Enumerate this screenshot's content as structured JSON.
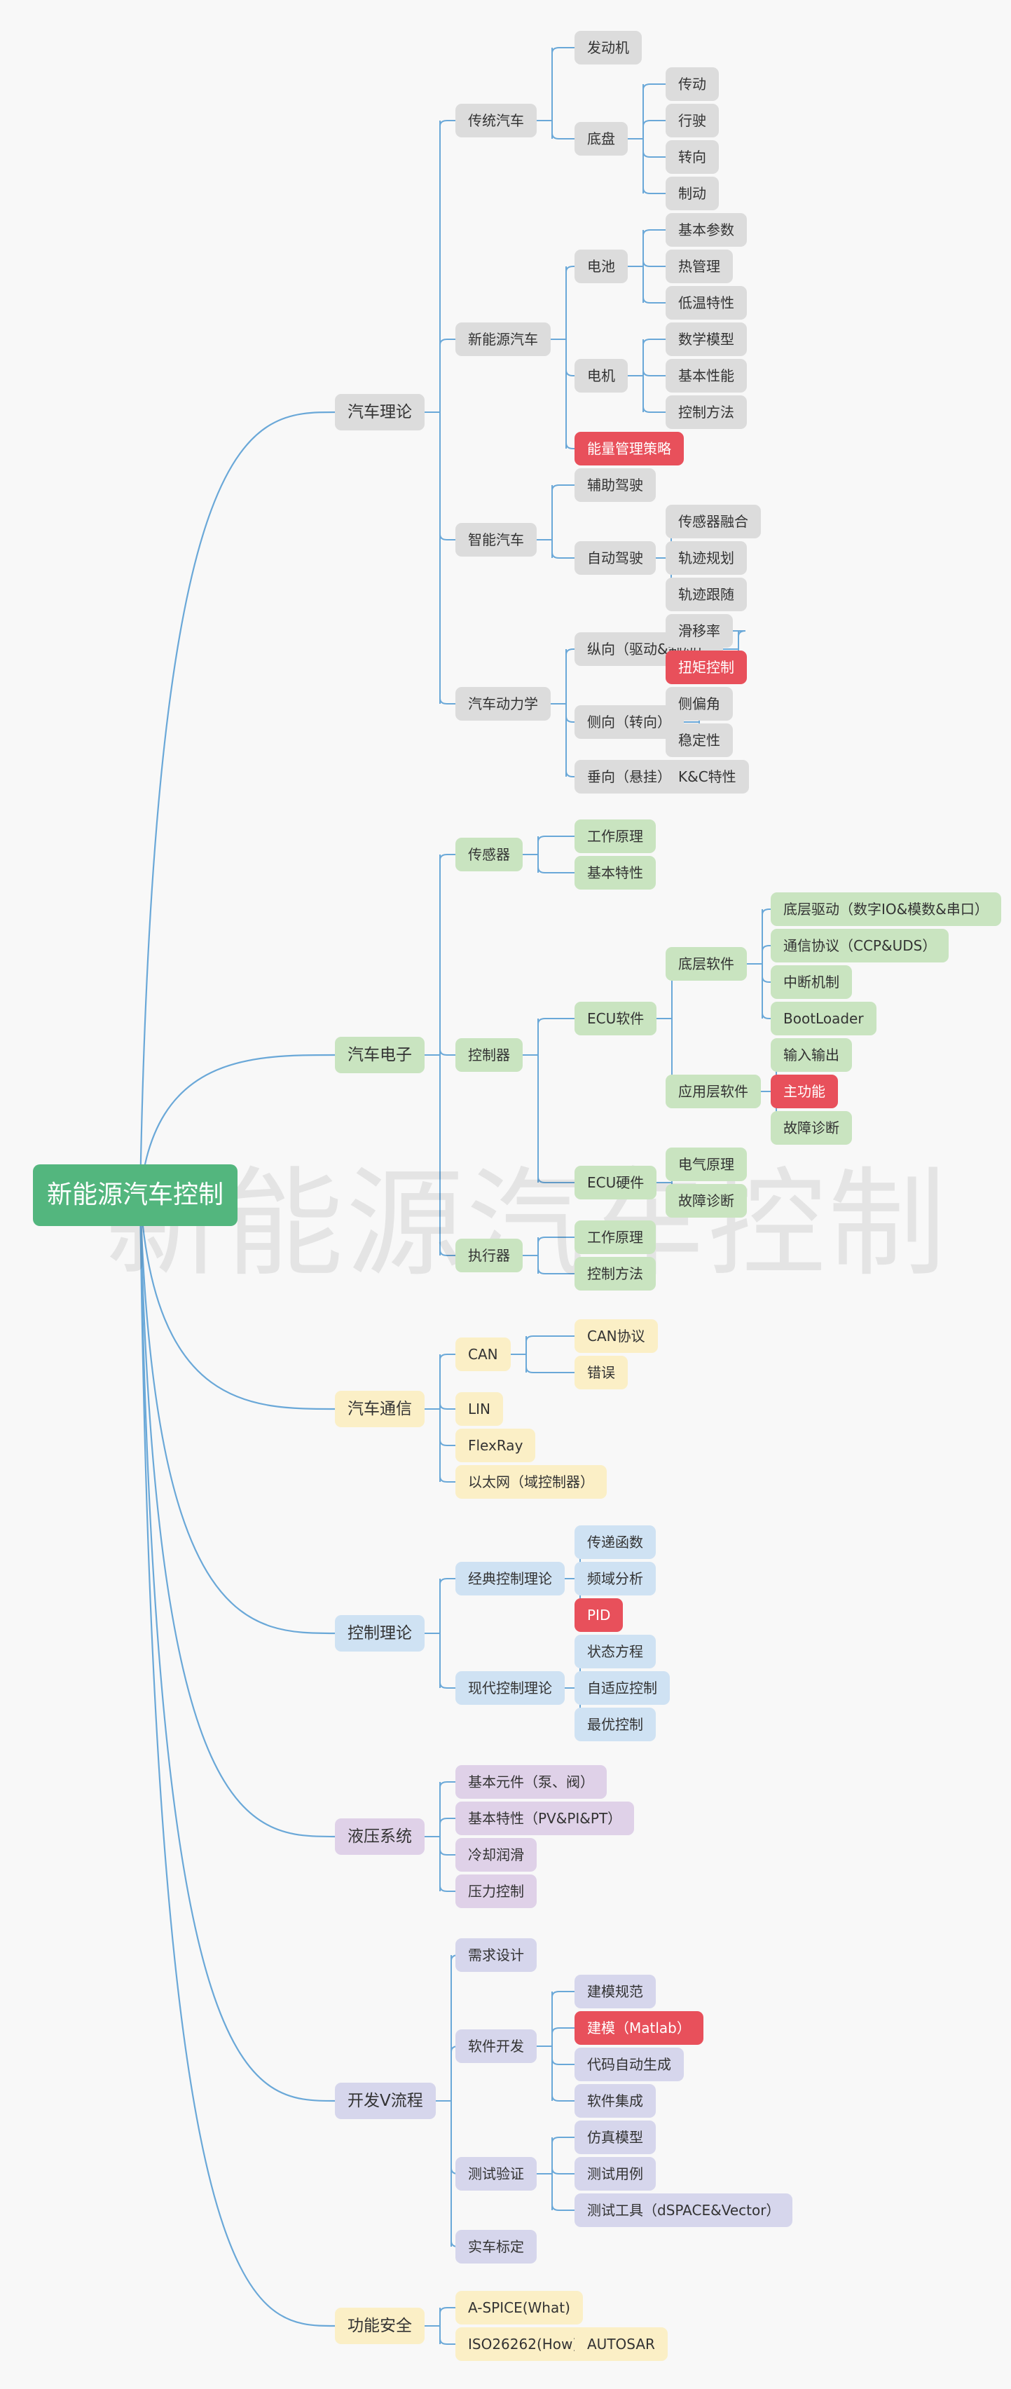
{
  "root": "新能源汽车控制",
  "watermark": "新能源汽车控制",
  "colors": {
    "root": "#53b67e",
    "highlight": "#e8505b",
    "line": "#6aa8d8",
    "gray": "#dcdcdc",
    "green": "#c9e4c0",
    "yellow": "#fbefc6",
    "blue": "#cfe2f3",
    "purple": "#dfd1e8",
    "lavender": "#d6d6ec"
  },
  "branches": [
    {
      "label": "汽车理论",
      "color": "gray",
      "children": [
        {
          "label": "传统汽车",
          "children": [
            {
              "label": "发动机"
            },
            {
              "label": "底盘",
              "children": [
                {
                  "label": "传动"
                },
                {
                  "label": "行驶"
                },
                {
                  "label": "转向"
                },
                {
                  "label": "制动"
                }
              ]
            }
          ]
        },
        {
          "label": "新能源汽车",
          "children": [
            {
              "label": "电池",
              "children": [
                {
                  "label": "基本参数"
                },
                {
                  "label": "热管理"
                },
                {
                  "label": "低温特性"
                }
              ]
            },
            {
              "label": "电机",
              "children": [
                {
                  "label": "数学模型"
                },
                {
                  "label": "基本性能"
                },
                {
                  "label": "控制方法"
                }
              ]
            },
            {
              "label": "能量管理策略",
              "highlight": true
            }
          ]
        },
        {
          "label": "智能汽车",
          "children": [
            {
              "label": "辅助驾驶"
            },
            {
              "label": "自动驾驶",
              "children": [
                {
                  "label": "传感器融合"
                },
                {
                  "label": "轨迹规划"
                },
                {
                  "label": "轨迹跟随"
                }
              ]
            }
          ]
        },
        {
          "label": "汽车动力学",
          "children": [
            {
              "label": "纵向（驱动&制动）",
              "children": [
                {
                  "label": "滑移率"
                },
                {
                  "label": "扭矩控制",
                  "highlight": true
                }
              ]
            },
            {
              "label": "侧向（转向）",
              "children": [
                {
                  "label": "侧偏角"
                },
                {
                  "label": "稳定性"
                }
              ]
            },
            {
              "label": "垂向（悬挂）",
              "children": [
                {
                  "label": "K&C特性"
                }
              ]
            }
          ]
        }
      ]
    },
    {
      "label": "汽车电子",
      "color": "green",
      "children": [
        {
          "label": "传感器",
          "children": [
            {
              "label": "工作原理"
            },
            {
              "label": "基本特性"
            }
          ]
        },
        {
          "label": "控制器",
          "children": [
            {
              "label": "ECU软件",
              "children": [
                {
                  "label": "底层软件",
                  "children": [
                    {
                      "label": "底层驱动（数字IO&模数&串口）"
                    },
                    {
                      "label": "通信协议（CCP&UDS）"
                    },
                    {
                      "label": "中断机制"
                    },
                    {
                      "label": "BootLoader"
                    }
                  ]
                },
                {
                  "label": "应用层软件",
                  "children": [
                    {
                      "label": "输入输出"
                    },
                    {
                      "label": "主功能",
                      "highlight": true
                    },
                    {
                      "label": "故障诊断"
                    }
                  ]
                }
              ]
            },
            {
              "label": "ECU硬件",
              "children": [
                {
                  "label": "电气原理"
                },
                {
                  "label": "故障诊断"
                }
              ]
            }
          ]
        },
        {
          "label": "执行器",
          "children": [
            {
              "label": "工作原理"
            },
            {
              "label": "控制方法"
            }
          ]
        }
      ]
    },
    {
      "label": "汽车通信",
      "color": "yellow",
      "children": [
        {
          "label": "CAN",
          "children": [
            {
              "label": "CAN协议"
            },
            {
              "label": "错误"
            }
          ]
        },
        {
          "label": "LIN"
        },
        {
          "label": "FlexRay"
        },
        {
          "label": "以太网（域控制器）"
        }
      ]
    },
    {
      "label": "控制理论",
      "color": "blue",
      "children": [
        {
          "label": "经典控制理论",
          "children": [
            {
              "label": "传递函数"
            },
            {
              "label": "频域分析"
            },
            {
              "label": "PID",
              "highlight": true
            }
          ]
        },
        {
          "label": "现代控制理论",
          "children": [
            {
              "label": "状态方程"
            },
            {
              "label": "自适应控制"
            },
            {
              "label": "最优控制"
            }
          ]
        }
      ]
    },
    {
      "label": "液压系统",
      "color": "purple",
      "children": [
        {
          "label": "基本元件（泵、阀）"
        },
        {
          "label": "基本特性（PV&PI&PT）"
        },
        {
          "label": "冷却润滑"
        },
        {
          "label": "压力控制"
        }
      ]
    },
    {
      "label": "开发V流程",
      "color": "lavender",
      "children": [
        {
          "label": "需求设计"
        },
        {
          "label": "软件开发",
          "children": [
            {
              "label": "建模规范"
            },
            {
              "label": "建模（Matlab）",
              "highlight": true
            },
            {
              "label": "代码自动生成"
            },
            {
              "label": "软件集成"
            }
          ]
        },
        {
          "label": "测试验证",
          "children": [
            {
              "label": "仿真模型"
            },
            {
              "label": "测试用例"
            },
            {
              "label": "测试工具（dSPACE&Vector）"
            }
          ]
        },
        {
          "label": "实车标定"
        }
      ]
    },
    {
      "label": "功能安全",
      "color": "yellow",
      "children": [
        {
          "label": "A-SPICE(What)"
        },
        {
          "label": "ISO26262(How)",
          "children": [
            {
              "label": "AUTOSAR"
            }
          ]
        }
      ]
    }
  ]
}
